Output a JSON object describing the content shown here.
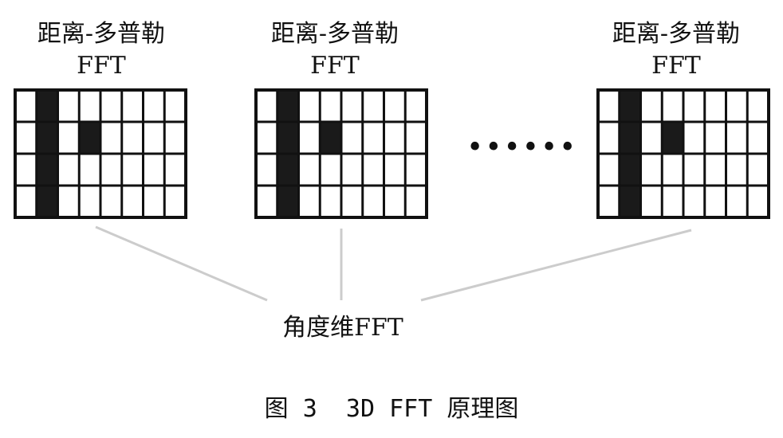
{
  "blocks": [
    {
      "title": "距离-多普勒",
      "subtitle": "FFT",
      "grid": {
        "rows": 4,
        "cols": 8,
        "filled": [
          [
            0,
            1
          ],
          [
            1,
            1
          ],
          [
            1,
            3
          ],
          [
            2,
            1
          ],
          [
            3,
            1
          ]
        ]
      }
    },
    {
      "title": "距离-多普勒",
      "subtitle": "FFT",
      "grid": {
        "rows": 4,
        "cols": 8,
        "filled": [
          [
            0,
            1
          ],
          [
            1,
            1
          ],
          [
            1,
            3
          ],
          [
            2,
            1
          ],
          [
            3,
            1
          ]
        ]
      }
    },
    {
      "title": "距离-多普勒",
      "subtitle": "FFT",
      "grid": {
        "rows": 4,
        "cols": 8,
        "filled": [
          [
            0,
            1
          ],
          [
            1,
            1
          ],
          [
            1,
            3
          ],
          [
            2,
            1
          ],
          [
            3,
            1
          ]
        ]
      }
    }
  ],
  "ellipsis": "••••••",
  "merge_label": "角度维FFT",
  "caption": "图 3  3D FFT 原理图",
  "colors": {
    "cell_fill": "#1a1a1a",
    "grid_line": "#111111",
    "connector": "#cccccc"
  }
}
